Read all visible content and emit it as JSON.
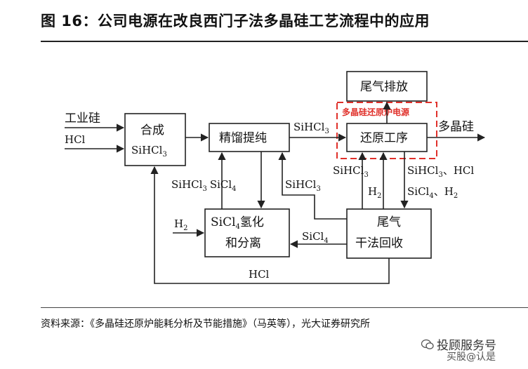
{
  "title": "图 16：公司电源在改良西门子法多晶硅工艺流程中的应用",
  "source": "资料来源：《多晶硅还原炉能耗分析及节能措施》（马英等），光大证券研究所",
  "watermark": "投顾服务号",
  "watermark_line2": "买股@认是",
  "diagram": {
    "inputs": {
      "si": "工业硅",
      "hcl": "HCl"
    },
    "boxes": {
      "synthesis_1": "合成",
      "synthesis_2": "SiHCl",
      "synthesis_2_sub": "3",
      "distill": "精馏提纯",
      "reduction": "还原工序",
      "tailgas": "尾气排放",
      "sicl4_1": "SiCl",
      "sicl4_1_sub": "4",
      "sicl4_1_end": "氢化",
      "sicl4_2": "和分离",
      "dry_1": "尾气",
      "dry_2": "干法回收"
    },
    "highlight": "多晶硅还原炉电源",
    "output": "多晶硅",
    "flows": {
      "f1": "SiHCl",
      "f1_sub": "3",
      "f2": "SiHCl",
      "f2_sub": "3",
      "f2b": "SiCl",
      "f2b_sub": "4",
      "f3": "SiHCl",
      "f3_sub": "3",
      "f4": "SiHCl",
      "f4_sub": "3",
      "f5a": "SiHCl",
      "f5a_sub": "3",
      "f5a_end": "、HCl",
      "f5b": "SiCl",
      "f5b_sub": "4",
      "f5b_end": "、H",
      "f5b_sub2": "2",
      "h2_up": "H",
      "h2_up_sub": "2",
      "h2_in": "H",
      "h2_in_sub": "2",
      "sicl4": "SiCl",
      "sicl4_sub": "4",
      "hcl_return": "HCl"
    },
    "colors": {
      "highlight": "#e0302a",
      "line": "#222222"
    }
  }
}
